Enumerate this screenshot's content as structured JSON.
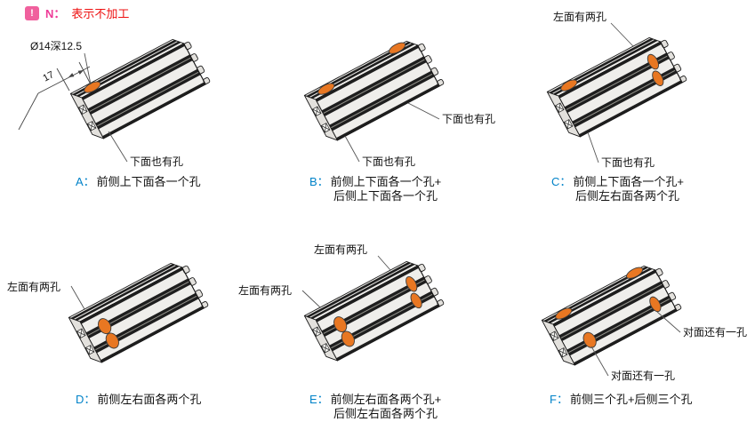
{
  "header": {
    "icon": "exclamation-badge-icon",
    "icon_glyph": "!",
    "n_label": "N：",
    "note_text": "表示不加工"
  },
  "colors": {
    "hole_orange": "#e87722",
    "caption_letter_blue": "#0082c8",
    "note_pink": "#ee3a97",
    "note_red": "#ee1111"
  },
  "diagrams": [
    {
      "id": "A",
      "caption_letter": "A：",
      "caption_lines": [
        "前侧上下面各一个孔"
      ],
      "labels": {
        "hole_spec": "Ø14深12.5",
        "dim": "17",
        "bottom": "下面也有孔"
      }
    },
    {
      "id": "B",
      "caption_letter": "B：",
      "caption_lines": [
        "前侧上下面各一个孔+",
        "后侧上下面各一个孔"
      ],
      "labels": {
        "right": "下面也有孔",
        "bottom": "下面也有孔"
      }
    },
    {
      "id": "C",
      "caption_letter": "C：",
      "caption_lines": [
        "前侧上下面各一个孔+",
        "后侧左右面各两个孔"
      ],
      "labels": {
        "top": "左面有两孔",
        "bottom": "下面也有孔"
      }
    },
    {
      "id": "D",
      "caption_letter": "D：",
      "caption_lines": [
        "前侧左右面各两个孔"
      ],
      "labels": {
        "left": "左面有两孔"
      }
    },
    {
      "id": "E",
      "caption_letter": "E：",
      "caption_lines": [
        "前侧左右面各两个孔+",
        "后侧左右面各两个孔"
      ],
      "labels": {
        "top": "左面有两孔",
        "left": "左面有两孔"
      }
    },
    {
      "id": "F",
      "caption_letter": "F：",
      "caption_lines": [
        "前侧三个孔+后侧三个孔"
      ],
      "labels": {
        "right": "对面还有一孔",
        "bottom": "对面还有一孔"
      }
    }
  ]
}
